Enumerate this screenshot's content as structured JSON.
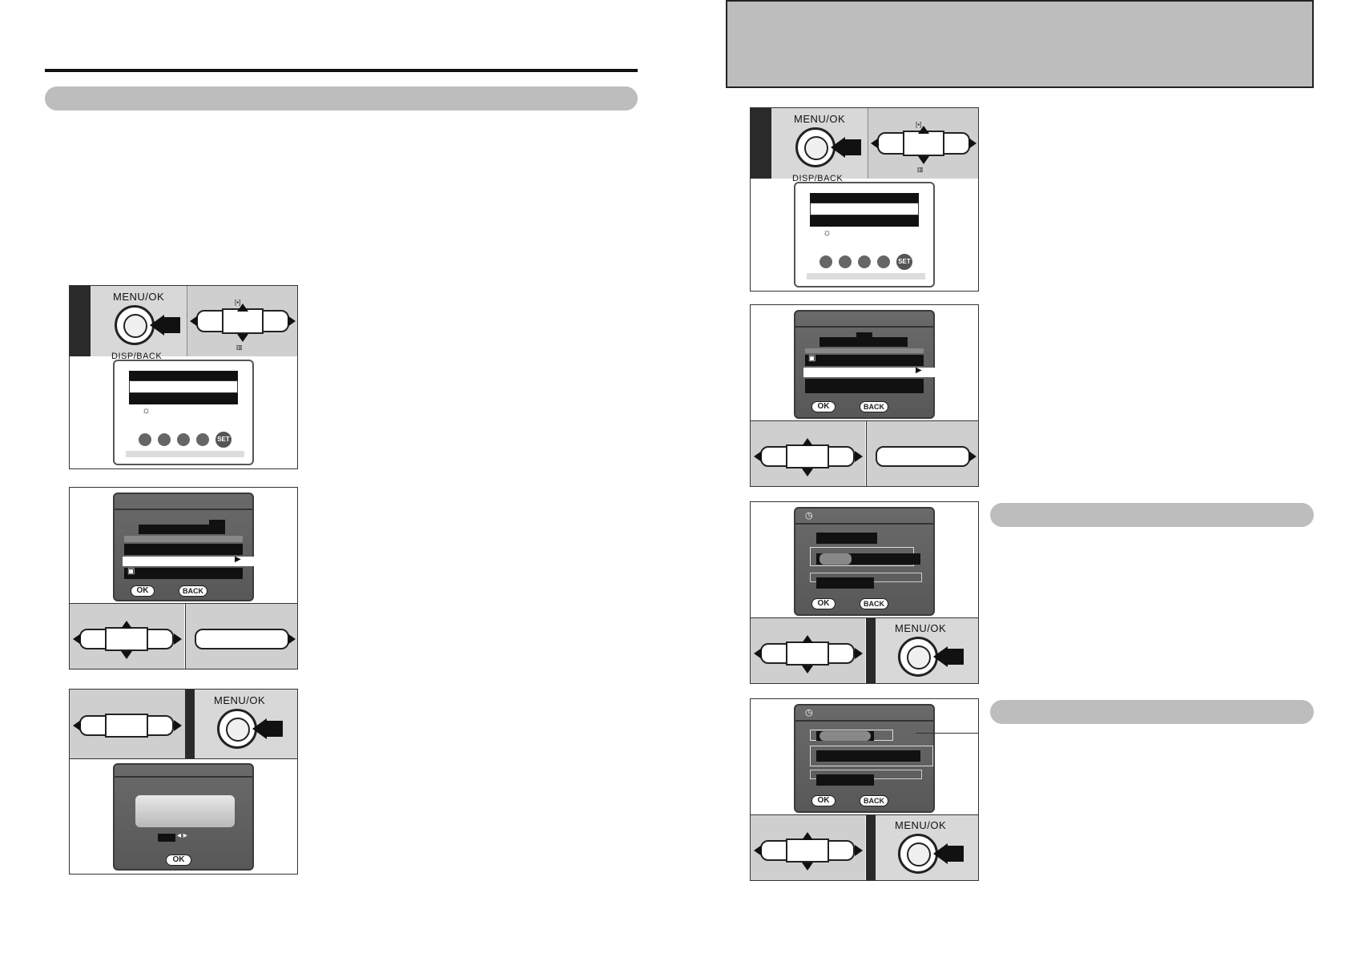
{
  "camera": {
    "menu_ok_label": "MENU/OK",
    "disp_back_label": "DISP/BACK",
    "dpad_top_label": "[▪]",
    "dpad_bottom_label": "▥"
  },
  "screens": {
    "ok_label": "OK",
    "back_label": "BACK",
    "set_label": "SET"
  },
  "icons": {
    "sun": "☼",
    "clock": "◷",
    "camera": "▣",
    "right_arrow": "▶",
    "leftright": "◂ ▸"
  }
}
